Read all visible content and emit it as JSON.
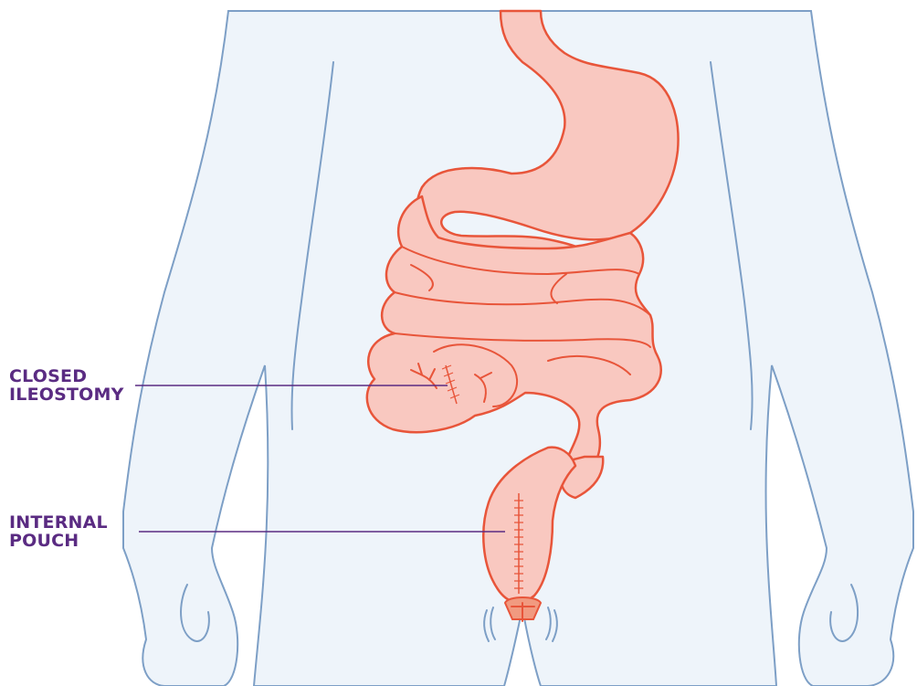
{
  "labels": {
    "closed_ileostomy": "CLOSED\nILEOSTOMY",
    "internal_pouch": "INTERNAL\nPOUCH"
  },
  "colors": {
    "body_fill": "#eef4fa",
    "body_outline": "#7d9fc6",
    "organ_fill": "#f9c8c0",
    "organ_outline": "#e8553a",
    "label_text": "#5a2b82",
    "leader_line": "#5a2b82"
  },
  "icons": {
    "body": "torso-silhouette",
    "organs": "digestive-tract"
  }
}
